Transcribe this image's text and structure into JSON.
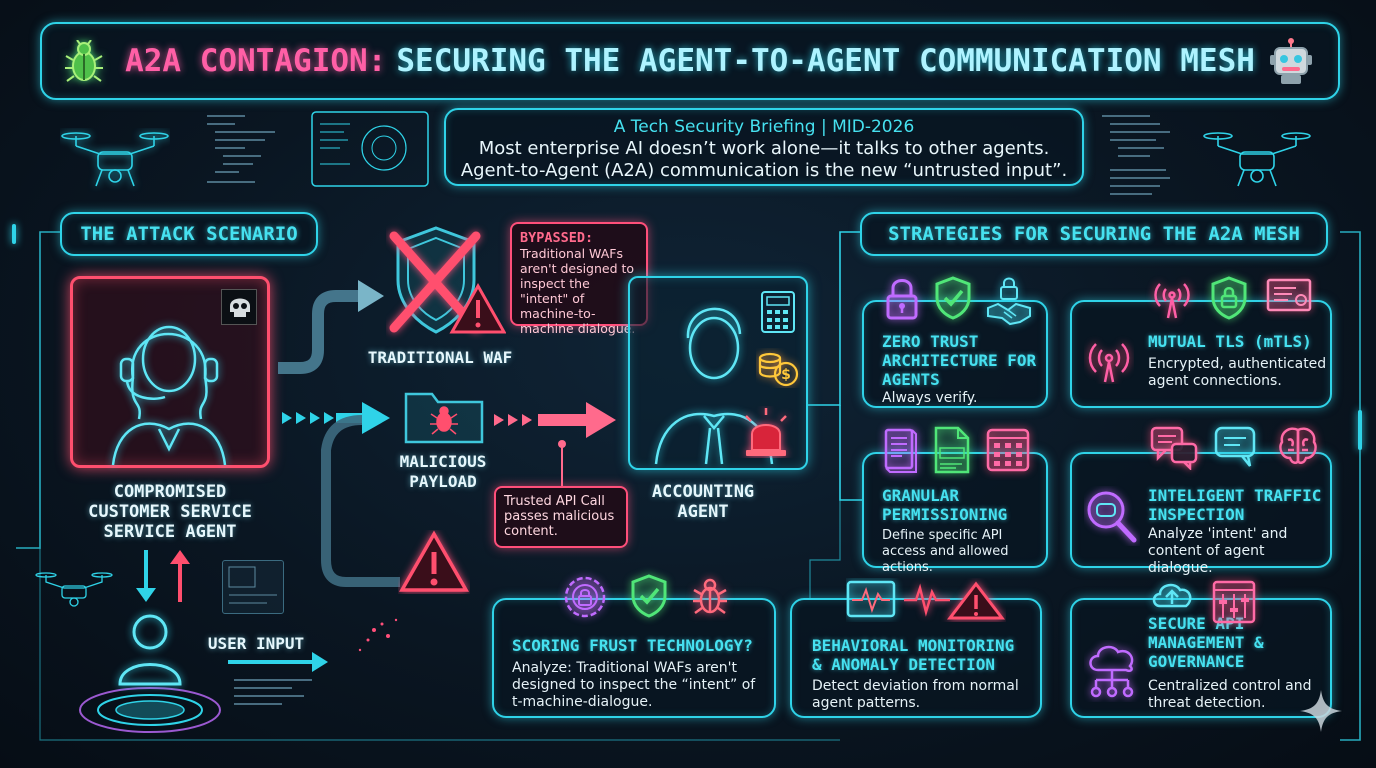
{
  "header": {
    "title_highlight": "A2A CONTAGION:",
    "title_rest": "SECURING THE AGENT-TO-AGENT COMMUNICATION MESH"
  },
  "briefing": {
    "line1": "A Tech Security Briefing | MID-2026",
    "line2": "Most enterprise AI doesn’t work alone—it talks to other agents.",
    "line3": "Agent-to-Agent (A2A) communication is the new “untrusted input”."
  },
  "attack": {
    "heading": "THE ATTACK SCENARIO",
    "compromised_line1": "COMPROMISED",
    "compromised_line2": "CUSTOMER SERVICE",
    "compromised_line3": "SERVICE AGENT",
    "waf_label": "TRADITIONAL WAF",
    "payload_line1": "MALICIOUS",
    "payload_line2": "PAYLOAD",
    "accounting_line1": "ACCOUNTING",
    "accounting_line2": "AGENT",
    "user_input": "USER INPUT",
    "bypassed_head": "BYPASSED:",
    "bypassed_body": "Traditional WAFs aren't designed to inspect the \"intent\" of machine-to-machine dialogue.",
    "trusted_call": "Trusted API Call passes malicious content."
  },
  "strategies": {
    "heading": "STRATEGIES FOR SECURING THE A2A MESH",
    "zero_trust": {
      "title": "ZERO TRUST ARCHITECTURE FOR AGENTS",
      "desc": "Always verify."
    },
    "mtls": {
      "title": "MUTUAL TLS (mTLS)",
      "desc": "Encrypted, authenticated agent connections."
    },
    "granular": {
      "title": "GRANULAR PERMISSIONING",
      "desc": "Define specific API access and allowed actions."
    },
    "traffic": {
      "title": "INTELIGENT TRAFFIC INSPECTION",
      "desc": "Analyze 'intent' and content of agent dialogue."
    },
    "scoring": {
      "title": "SCORING FRUST TECHNOLOGY?",
      "desc": "Analyze: Traditional WAFs aren't designed to inspect the “intent” of t-machine-dialogue."
    },
    "behavioral": {
      "title": "BEHAVIORAL MONITORING & ANOMALY DETECTION",
      "desc": "Detect deviation from normal agent patterns."
    },
    "api_mgmt": {
      "title": "SECURE API MANAGEMENT & GOVERNANCE",
      "desc": "Centralized control and threat detection."
    }
  },
  "colors": {
    "cyan": "#2fd3e8",
    "pink": "#ff4f7a",
    "magenta": "#ff5fa6",
    "background": "#0a1622"
  },
  "icons": {
    "bug": "bug-icon",
    "robot": "robot-icon",
    "drone": "drone-icon",
    "shield_x": "shield-x-icon",
    "warning": "warning-icon",
    "folder_bug": "folder-bug-icon",
    "agent": "agent-icon",
    "alarm": "alarm-icon",
    "calculator": "calculator-icon",
    "coins": "coins-icon",
    "lock": "lock-icon",
    "shield_check": "shield-check-icon",
    "handshake": "handshake-icon",
    "antenna": "antenna-icon",
    "certificate": "certificate-icon",
    "document": "document-icon",
    "code_file": "code-file-icon",
    "grid": "permission-grid-icon",
    "chat": "chat-icon",
    "brain": "brain-icon",
    "magnifier": "magnifier-icon",
    "pulse": "pulse-icon",
    "cloud": "cloud-icon",
    "sliders": "sliders-icon"
  }
}
